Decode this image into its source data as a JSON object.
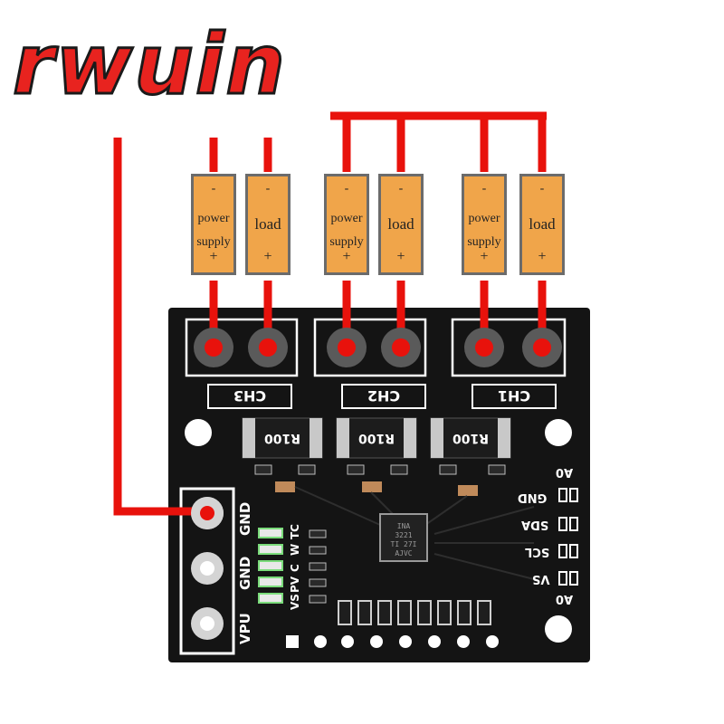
{
  "brand": {
    "logo_text": "rwuin"
  },
  "components": [
    {
      "minus": "-",
      "label": "power supply",
      "plus": "+"
    },
    {
      "minus": "-",
      "label": "load",
      "plus": "+"
    },
    {
      "minus": "-",
      "label": "power supply",
      "plus": "+"
    },
    {
      "minus": "-",
      "label": "load",
      "plus": "+"
    },
    {
      "minus": "-",
      "label": "power supply",
      "plus": "+"
    },
    {
      "minus": "-",
      "label": "load",
      "plus": "+"
    }
  ],
  "board": {
    "channels": [
      "CH3",
      "CH2",
      "CH1"
    ],
    "shunts": [
      "R100",
      "R100",
      "R100"
    ],
    "chip_text": [
      "INA",
      "3221",
      "TI 27I",
      "AJVC"
    ],
    "left_pins": [
      "GND",
      "GND",
      "VPU"
    ],
    "led_labels": [
      "VS",
      "PV",
      "C",
      "W",
      "TC"
    ],
    "right_labels": [
      "A0",
      "GND",
      "SDA",
      "SCL",
      "VS",
      "A0"
    ]
  },
  "colors": {
    "wire": "#e8120c",
    "board": "#141414",
    "component": "#f0a54a",
    "component_border": "#6b6b6b",
    "silkscreen": "#ffffff"
  }
}
